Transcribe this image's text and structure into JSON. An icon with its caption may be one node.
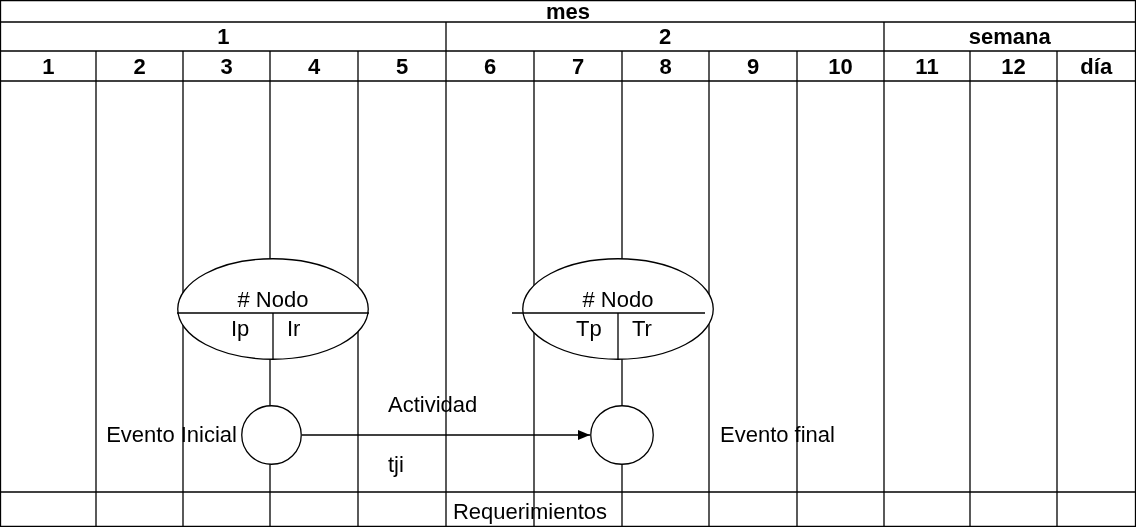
{
  "diagram": {
    "nodes": [
      {
        "text": [
          "# Nodo",
          "Ip",
          "Ir"
        ]
      },
      {
        "text": [
          "# Nodo",
          "Tp",
          "Tr"
        ]
      },
      {
        "text": [],
        "shape": "circle",
        "beside": [
          "Evento Inicial"
        ]
      },
      {
        "text": [],
        "shape": "circle",
        "beside": [
          "Evento final"
        ]
      }
    ],
    "edges": [
      {
        "from": 2,
        "to": 3,
        "arrow": "to",
        "label": "Actividad"
      }
    ],
    "labels": [
      "mes",
      "1",
      "2",
      "semana",
      "1",
      "2",
      "3",
      "4",
      "5",
      "6",
      "7",
      "8",
      "9",
      "10",
      "11",
      "12",
      "día",
      "tji",
      "Requerimientos"
    ]
  }
}
